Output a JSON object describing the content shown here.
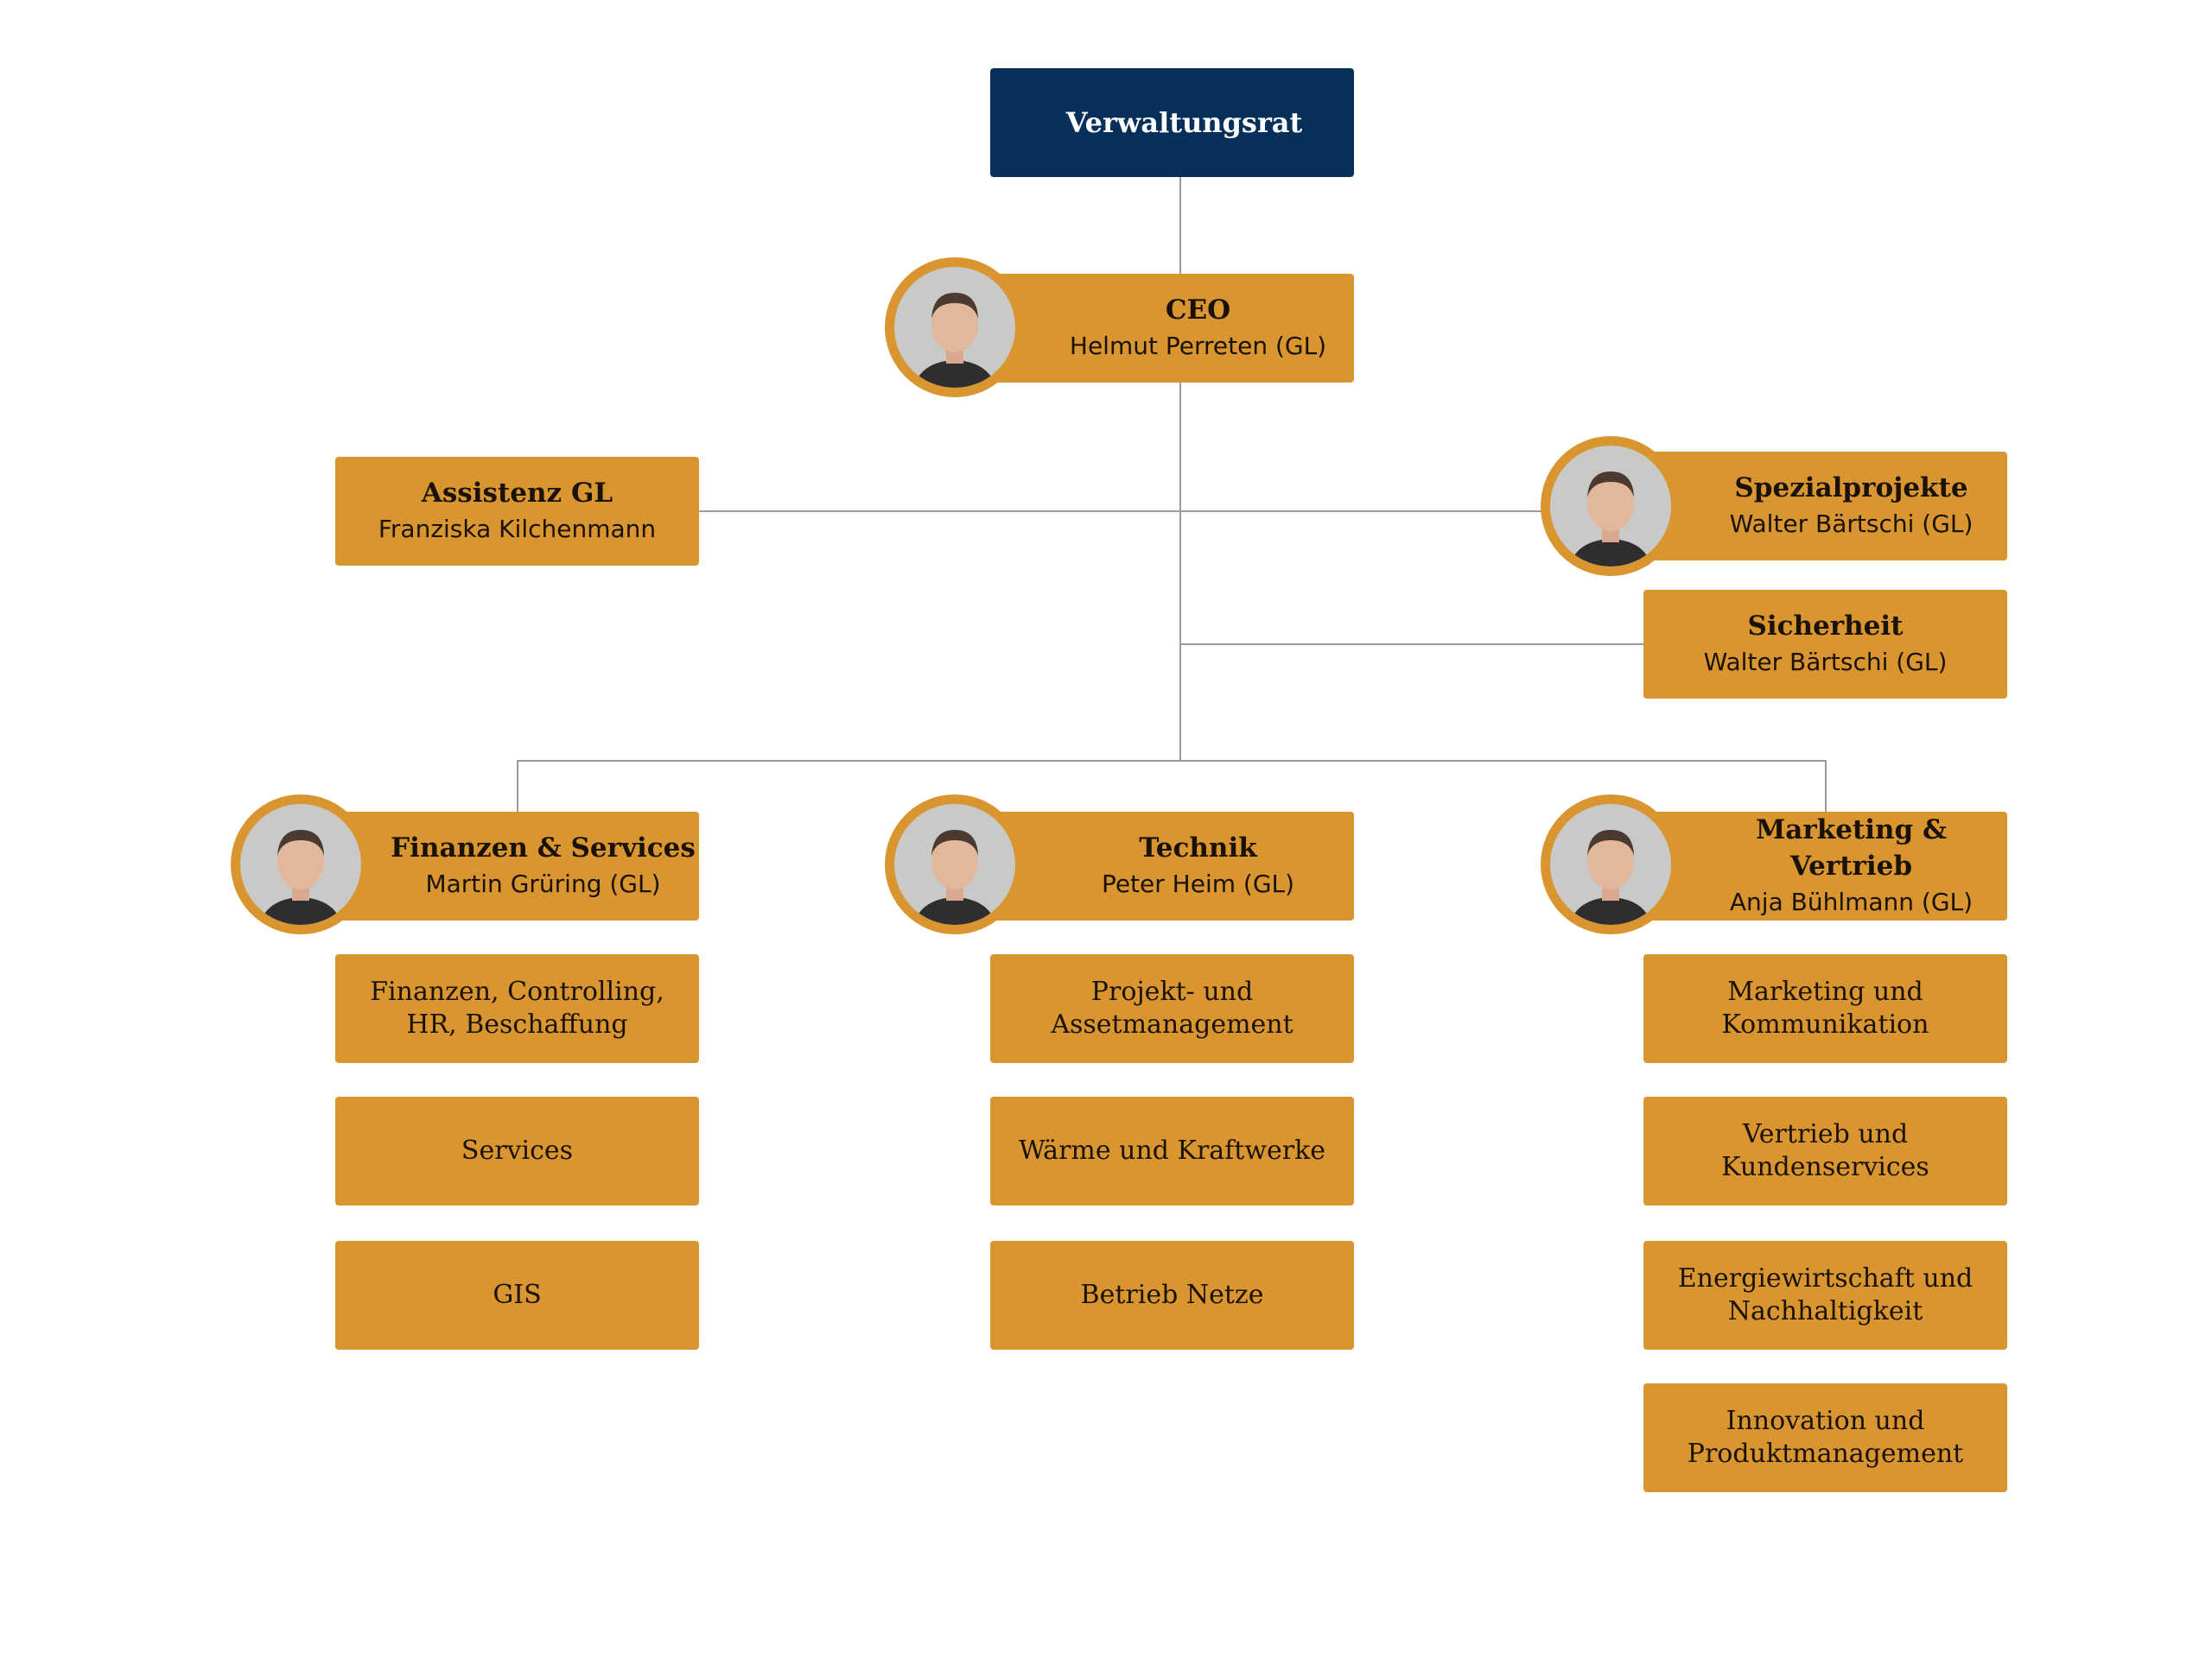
{
  "colors": {
    "box": "#D9952F",
    "board": "#06305A",
    "line": "#9a9a9a"
  },
  "board": {
    "title": "Verwaltungsrat"
  },
  "ceo": {
    "title": "CEO",
    "name": "Helmut Perreten (GL)"
  },
  "assistenz": {
    "title": "Assistenz GL",
    "name": "Franziska Kilchenmann"
  },
  "spezial": {
    "title": "Spezialprojekte",
    "name": "Walter Bärtschi (GL)"
  },
  "sicherheit": {
    "title": "Sicherheit",
    "name": "Walter Bärtschi (GL)"
  },
  "departments": [
    {
      "title": "Finanzen & Services",
      "name": "Martin Grüring (GL)",
      "units": [
        "Finanzen, Controlling, HR, Beschaffung",
        "Services",
        "GIS"
      ]
    },
    {
      "title": "Technik",
      "name": "Peter Heim (GL)",
      "units": [
        "Projekt- und Assetmanagement",
        "Wärme und Kraftwerke",
        "Betrieb Netze"
      ]
    },
    {
      "title": "Marketing & Vertrieb",
      "name": "Anja Bühlmann (GL)",
      "units": [
        "Marketing und Kommunikation",
        "Vertrieb und Kundenservices",
        "Energiewirtschaft und Nachhaltigkeit",
        "Innovation und Produktmanagement"
      ]
    }
  ]
}
